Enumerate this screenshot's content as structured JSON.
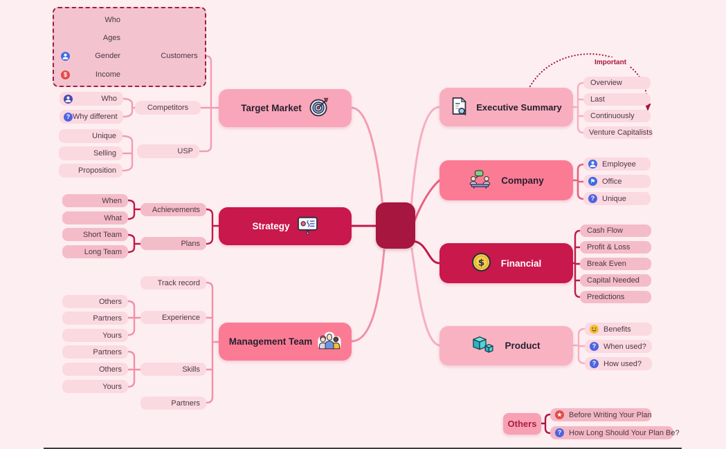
{
  "canvas": {
    "background": "#fdeef1"
  },
  "colors": {
    "crimson_node": "#c9184b",
    "central_node": "#a6163f",
    "pink_node": "#fb7b95",
    "light_pink_node": "#f9aebf",
    "pill_light": "#fbd9e1",
    "pill_medium": "#f4bcc9",
    "line_light": "#f49cb1",
    "line_crimson": "#c0194a",
    "line_dark": "#a81740",
    "icon_blue": "#3f6be4",
    "icon_indigo": "#4a48b2",
    "icon_red": "#e54a48",
    "icon_yellow": "#f2c230"
  },
  "center": {
    "label": ""
  },
  "left": {
    "target_market": {
      "label": "Target Market",
      "icon": "target-icon",
      "customers": {
        "label": "Customers",
        "box_items": [
          {
            "label": "Who",
            "icon": ""
          },
          {
            "label": "Ages",
            "icon": ""
          },
          {
            "label": "Gender",
            "icon": "person-blue"
          },
          {
            "label": "Income",
            "icon": "dollar-red"
          }
        ]
      },
      "competitors": {
        "label": "Competitors",
        "children": [
          {
            "label": "Who",
            "icon": "person-indigo"
          },
          {
            "label": "Why different",
            "icon": "question-blue"
          }
        ]
      },
      "usp": {
        "label": "USP",
        "children": [
          "Unique",
          "Selling",
          "Proposition"
        ]
      }
    },
    "strategy": {
      "label": "Strategy",
      "icon": "presentation-board-icon",
      "achievements": {
        "label": "Achievements",
        "children": [
          "When",
          "What"
        ]
      },
      "plans": {
        "label": "Plans",
        "children": [
          "Short Team",
          "Long Team"
        ]
      }
    },
    "management": {
      "label": "Management Team",
      "icon": "team-icon",
      "track_record": "Track record",
      "experience": {
        "label": "Experience",
        "children": [
          "Others",
          "Partners",
          "Yours"
        ]
      },
      "skills": {
        "label": "Skills",
        "children": [
          "Partners",
          "Others",
          "Yours"
        ]
      },
      "partners": "Partners"
    }
  },
  "right": {
    "executive_summary": {
      "label": "Executive Summary",
      "icon": "document-search-icon",
      "callout": "Important",
      "children": [
        "Overview",
        "Last",
        "Continuously",
        "Venture Capitalists"
      ]
    },
    "company": {
      "label": "Company",
      "icon": "meeting-icon",
      "children": [
        {
          "label": "Employee",
          "icon": "person-blue"
        },
        {
          "label": "Office",
          "icon": "flag-blue"
        },
        {
          "label": "Unique",
          "icon": "question-blue"
        }
      ]
    },
    "financial": {
      "label": "Financial",
      "icon": "dollar-coin-icon",
      "children": [
        "Cash Flow",
        "Profit & Loss",
        "Break Even",
        "Capital Needed",
        "Predictions"
      ]
    },
    "product": {
      "label": "Product",
      "icon": "cubes-icon",
      "children": [
        {
          "label": "Benefits",
          "icon": "smiley-yellow"
        },
        {
          "label": "When used?",
          "icon": "question-blue"
        },
        {
          "label": "How used?",
          "icon": "question-blue"
        }
      ]
    },
    "others": {
      "label": "Others",
      "children": [
        {
          "label": "Before Writing Your Plan",
          "icon": "star-red"
        },
        {
          "label": "How Long Should Your Plan Be?",
          "icon": "question-blue"
        }
      ]
    }
  }
}
